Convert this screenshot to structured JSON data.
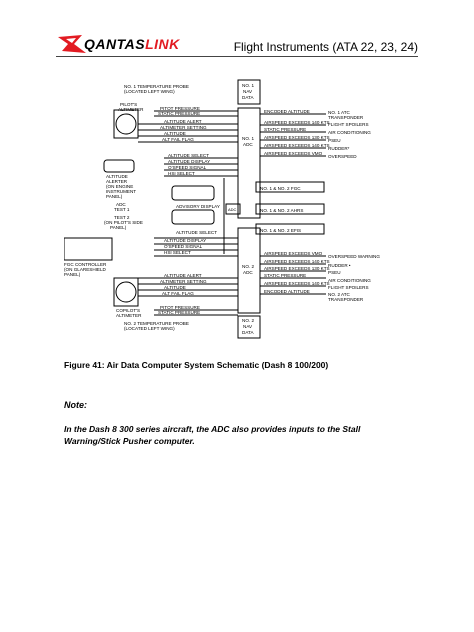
{
  "header": {
    "logo_prefix": "QANTAS",
    "logo_suffix": "LINK",
    "title": "Flight Instruments (ATA 22, 23, 24)"
  },
  "figure": {
    "caption": "Figure 41: Air Data Computer System Schematic (Dash 8 100/200)",
    "labels": {
      "temp_probe_top": "NO. 1 TEMPERATURE PROBE",
      "temp_probe_top2": "(LOCATED LEFT WING)",
      "nav1": "NO. 1",
      "nav1b": "NAV",
      "nav1c": "DATA",
      "pilot_alt": "PILOT'S",
      "pilot_alt2": "ALTIMETER",
      "pitot_pressure": "PITOT PRESSURE",
      "static_pressure": "STATIC PRESSURE",
      "altitude_alert": "ALTITUDE ALERT",
      "altimeter_setting": "ALTIMETER SETTING",
      "altitude": "ALTITUDE",
      "alt_fail_flag": "ALT FAIL FLAG",
      "adc1": "NO. 1",
      "adc1b": "ADC",
      "encoded_altitude": "ENCODED ALTITUDE",
      "as140": "AIRSPEED EXCEEDS 140 KTS",
      "static_pressure2": "STATIC PRESSURE",
      "as130": "AIRSPEED EXCEEDS 130 KTS",
      "as140b": "AIRSPEED EXCEEDS 140 KTS",
      "vmo": "AIRSPEED EXCEEDS VMO",
      "atc1": "NO. 1 ATC",
      "atc1b": "TRANSPONDER",
      "flight_spoilers": "FLIGHT SPOILERS",
      "air_conditioning": "AIR CONDITIONING",
      "pseu": "PSEU",
      "rudder": "RUDDER*",
      "overspeed": "OVERSPEED",
      "altitude_select": "ALTITUDE SELECT",
      "altitude_display": "ALTITUDE DISPLAY",
      "ospeed_signal": "O'SPEED SIGNAL",
      "hsi_select": "HSI SELECT",
      "alerter": "ALTITUDE",
      "alerter2": "ALERTER",
      "alerter3": "(ON ENGINE",
      "alerter4": "INSTRUMENT",
      "alerter5": "PANEL)",
      "test1": "ADC",
      "test1b": "TEST 1",
      "test2": "TEST 2",
      "test2b": "(ON PILOT'S SIDE",
      "test2c": "PANEL)",
      "fgc12": "NO. 1 & NO. 2 FGC",
      "ahrs12": "NO. 1 & NO. 2 AHRS",
      "efis12": "NO. 1 & NO. 2 EFIS",
      "advisory": "ADVISORY DISPLAY",
      "altitude_select2": "ALTITUDE SELECT",
      "altitude_display2": "ALTITUDE DISPLAY",
      "ospeed_signal2": "O'SPEED SIGNAL",
      "hsi_select2": "HSI SELECT",
      "vmo2": "AIRSPEED EXCEEDS VMO",
      "as140c": "AIRSPEED EXCEEDS 140 KTS",
      "as130b": "AIRSPEED EXCEEDS 130 KTS",
      "overspeed_warning": "OVERSPEED WARNING",
      "rudder2": "RUDDER •",
      "pseu2": "PSEU",
      "fgc_ctrl": "FGC CONTROLLER",
      "fgc_ctrl2": "(ON GLARESHIELD",
      "fgc_ctrl3": "PANEL)",
      "altitude_alert2": "ALTITUDE ALERT",
      "altimeter_setting2": "ALTIMETER SETTING",
      "altitude2": "ALTITUDE",
      "alt_fail_flag2": "ALT FAIL FLAG",
      "adc2": "NO. 2",
      "adc2b": "ADC",
      "static_pressure3": "STATIC PRESSURE",
      "as140d": "AIRSPEED EXCEEDS 140 KTS",
      "encoded_altitude2": "ENCODED ALTITUDE",
      "air_conditioning2": "AIR CONDITIONING",
      "flight_spoilers2": "FLIGHT SPOILERS",
      "atc2": "NO. 2 ATC",
      "atc2b": "TRANSPONDER",
      "copilot_alt": "COPILOT'S",
      "copilot_alt2": "ALTIMETER",
      "pitot_pressure2": "PITOT PRESSURE",
      "static_pressure4": "STATIC PRESSURE",
      "temp_probe_bot": "NO. 2 TEMPERATURE PROBE",
      "temp_probe_bot2": "(LOCATED LEFT WING)",
      "nav2": "NO. 2",
      "nav2b": "NAV",
      "nav2c": "DATA",
      "adc_box": "ADC"
    }
  },
  "note": {
    "heading": "Note:",
    "body": "In the Dash 8 300 series aircraft, the ADC also provides inputs to the Stall Warning/Stick Pusher computer."
  },
  "colors": {
    "brand_red": "#e21b22",
    "ink": "#000000"
  }
}
